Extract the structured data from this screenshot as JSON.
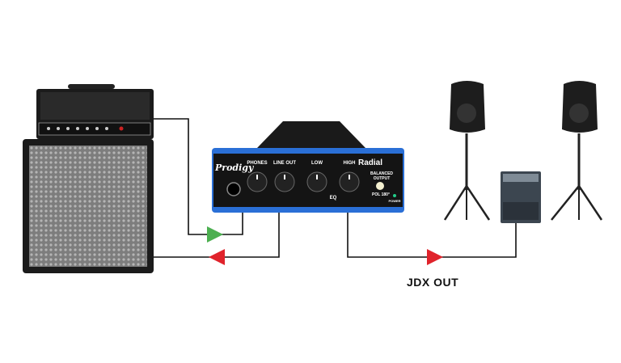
{
  "diagram": {
    "label": "JDX OUT",
    "device": {
      "brand": "Radial",
      "model": "Prodigy",
      "knobs": [
        "PHONES",
        "LINE OUT",
        "LOW",
        "HIGH"
      ],
      "eq_label": "EQ",
      "balanced_label": "BALANCED OUTPUT",
      "pol_label": "POL 180°",
      "power_label": "POWER"
    },
    "colors": {
      "send_arrow": "#4caf50",
      "return_arrow": "#e0232b",
      "device_blue": "#2a6fd6"
    }
  }
}
